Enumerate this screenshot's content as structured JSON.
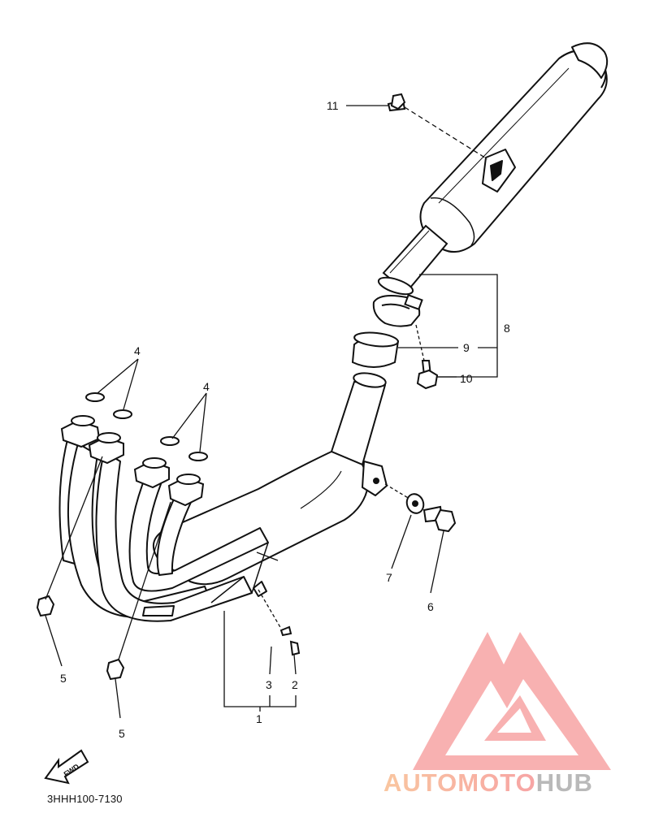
{
  "callouts": [
    {
      "id": "c1",
      "text": "1"
    },
    {
      "id": "c2",
      "text": "2"
    },
    {
      "id": "c3",
      "text": "3"
    },
    {
      "id": "c4a",
      "text": "4"
    },
    {
      "id": "c4b",
      "text": "4"
    },
    {
      "id": "c5a",
      "text": "5"
    },
    {
      "id": "c5b",
      "text": "5"
    },
    {
      "id": "c6",
      "text": "6"
    },
    {
      "id": "c7",
      "text": "7"
    },
    {
      "id": "c8",
      "text": "8"
    },
    {
      "id": "c9",
      "text": "9"
    },
    {
      "id": "c10",
      "text": "10"
    },
    {
      "id": "c11",
      "text": "11"
    }
  ],
  "direction_arrow_label": "FWD",
  "diagram_code": "3HHH100-7130",
  "watermark": {
    "part1": "AUTOMOTO",
    "part2": "HUB",
    "color_primary": "#f7a4a4",
    "color_secondary": "#f9c6a0",
    "color_hub": "#b9b9b9"
  }
}
